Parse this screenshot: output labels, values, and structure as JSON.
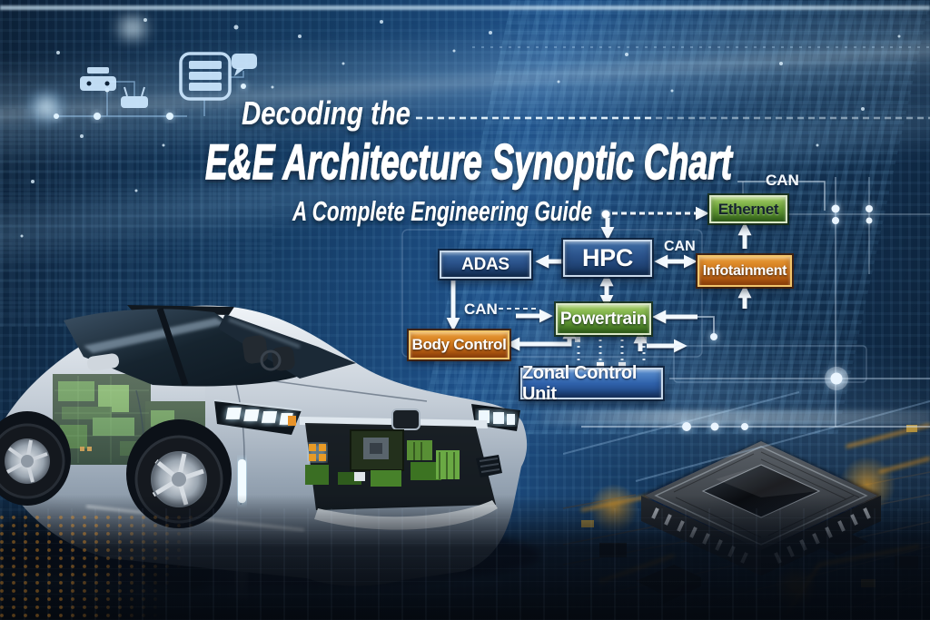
{
  "title": {
    "kicker": "Decoding the",
    "main": "E&E Architecture Synoptic Chart",
    "subtitle": "A Complete Engineering Guide"
  },
  "diagram": {
    "nodes": [
      {
        "id": "adas",
        "label": "ADAS",
        "style": "blue"
      },
      {
        "id": "hpc",
        "label": "HPC",
        "style": "blue"
      },
      {
        "id": "ethernet",
        "label": "Ethernet",
        "style": "green"
      },
      {
        "id": "infotainment",
        "label": "Infotainment",
        "style": "orange"
      },
      {
        "id": "powertrain",
        "label": "Powertrain",
        "style": "green"
      },
      {
        "id": "body-control",
        "label": "Body Control",
        "style": "orange"
      },
      {
        "id": "zonal-control-unit",
        "label": "Zonal Control Unit",
        "style": "blue"
      }
    ],
    "bus_labels": [
      {
        "id": "can-ethernet",
        "text": "CAN"
      },
      {
        "id": "can-infotainment",
        "text": "CAN"
      },
      {
        "id": "can-body",
        "text": "CAN"
      }
    ]
  },
  "illustration": {
    "icons": [
      "printer",
      "router",
      "server-document",
      "chat-bubble"
    ],
    "elements": [
      "transparent-car-with-circuit-interior",
      "automotive-soc-chip-on-pcb"
    ]
  },
  "colors": {
    "background_blue": "#1e4f86",
    "box_blue": "#2a5189",
    "box_green": "#699f37",
    "box_orange": "#cd7318",
    "arrow_white": "#f3f9fe",
    "trace_orange": "#e09115"
  }
}
